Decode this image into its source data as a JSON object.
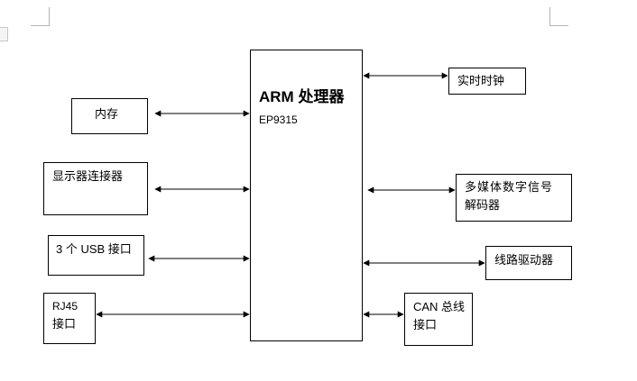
{
  "processor": {
    "title": "ARM 处理器",
    "subtitle": "EP9315"
  },
  "blocks": {
    "memory": "内存",
    "display_connector": "显示器连接器",
    "usb": "3 个 USB 接口",
    "rj45_line1": "RJ45",
    "rj45_line2": "接口",
    "rtc": "实时时钟",
    "multimedia_line1": "多媒体数字信号",
    "multimedia_line2": "解码器",
    "line_driver": "线路驱动器",
    "can_line1": "CAN 总线",
    "can_line2": "接口"
  }
}
